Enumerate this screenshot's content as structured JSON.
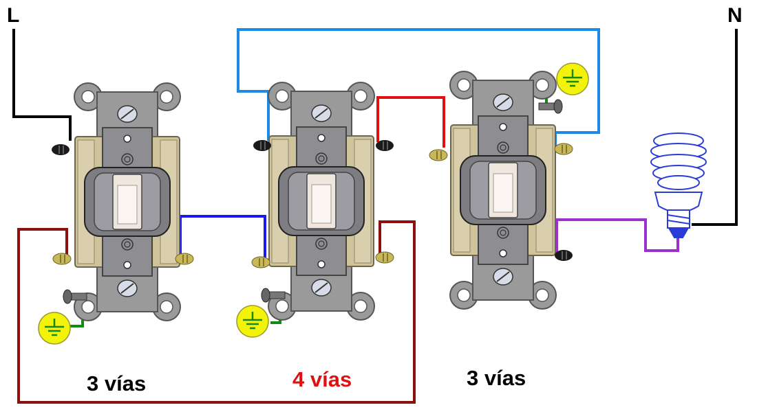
{
  "labels": {
    "line": "L",
    "neutral": "N",
    "switch_left": "3 vías",
    "switch_middle": "4 vías",
    "switch_right": "3 vías"
  },
  "colors": {
    "line_wire": "#000000",
    "traveler_top": "#1e88e5",
    "traveler_blue": "#1a1aee",
    "traveler_red": "#e01010",
    "traveler_maroon": "#8b1010",
    "load_wire": "#9b30d0",
    "ground_wire": "#138a13",
    "ground_symbol": "#f2f20a",
    "label_3vias": "#000000",
    "label_4vias": "#e01010",
    "bulb": "#2a3cd8"
  },
  "icons": [
    "switch-3way",
    "switch-4way",
    "ground-symbol-icon",
    "cfl-bulb-icon",
    "screw-icon"
  ]
}
